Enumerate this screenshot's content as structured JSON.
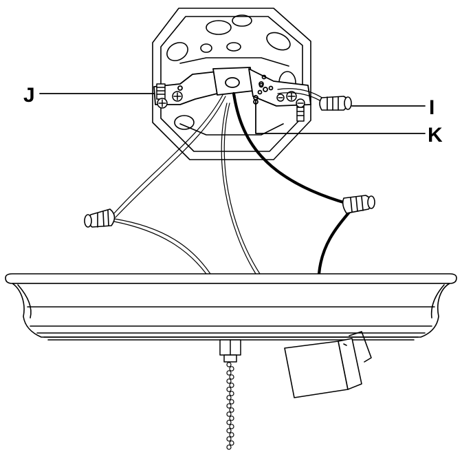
{
  "diagram": {
    "callouts": [
      {
        "id": "J",
        "label": "J"
      },
      {
        "id": "I",
        "label": "I"
      },
      {
        "id": "K",
        "label": "K"
      }
    ],
    "colors": {
      "line": "#000000",
      "background": "#ffffff"
    }
  }
}
